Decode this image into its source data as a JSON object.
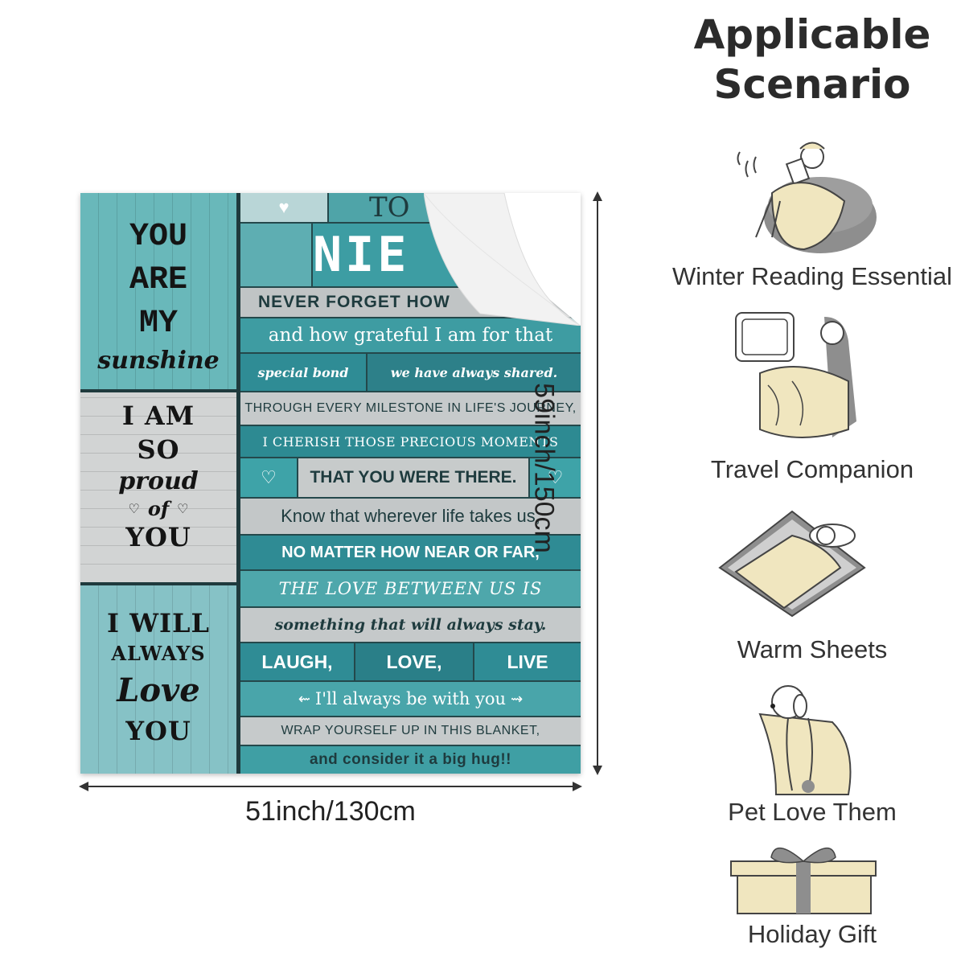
{
  "blanket": {
    "left_panels": {
      "panel1": {
        "line1": "YOU",
        "line2": "ARE",
        "line3": "MY",
        "line4": "sunshine"
      },
      "panel2": {
        "line1": "I AM",
        "line2": "SO",
        "line3": "proud",
        "line4": "of",
        "line5": "YOU"
      },
      "panel3": {
        "line1": "I WILL",
        "line2": "ALWAYS",
        "line3": "Love",
        "line4": "YOU"
      }
    },
    "rows": {
      "to": "TO",
      "name": "NIE",
      "r1": "NEVER FORGET HOW",
      "r2": "and how grateful I am for that",
      "r3a": "special bond",
      "r3b": "we have always shared.",
      "r4": "THROUGH EVERY MILESTONE IN LIFE'S JOURNEY,",
      "r5": "I CHERISH THOSE PRECIOUS MOMENTS",
      "r6": "THAT YOU WERE THERE.",
      "r7": "Know that wherever life takes us,",
      "r8": "NO MATTER HOW NEAR OR FAR,",
      "r9": "THE LOVE BETWEEN US IS",
      "r10": "something that will always stay.",
      "r11a": "LAUGH,",
      "r11b": "LOVE,",
      "r11c": "LIVE",
      "r12": "I'll always be with you",
      "r13": "WRAP YOURSELF UP IN THIS BLANKET,",
      "r14": "and consider it a big hug!!"
    }
  },
  "dimensions": {
    "width_label": "51inch/130cm",
    "height_label": "59inch/150cm"
  },
  "scenario": {
    "title_line1": "Applicable",
    "title_line2": "Scenario",
    "items": [
      {
        "label": "Winter Reading Essential",
        "icon": "reading-person-icon"
      },
      {
        "label": "Travel Companion",
        "icon": "travel-seat-icon"
      },
      {
        "label": "Warm Sheets",
        "icon": "bed-sleeping-icon"
      },
      {
        "label": "Pet Love Them",
        "icon": "dog-icon"
      },
      {
        "label": "Holiday Gift",
        "icon": "gift-box-icon"
      }
    ]
  },
  "colors": {
    "teal": "#5fa9ab",
    "dark_teal": "#24484b",
    "grey": "#c9cbcb",
    "blanket_cream": "#f0e6bf"
  }
}
